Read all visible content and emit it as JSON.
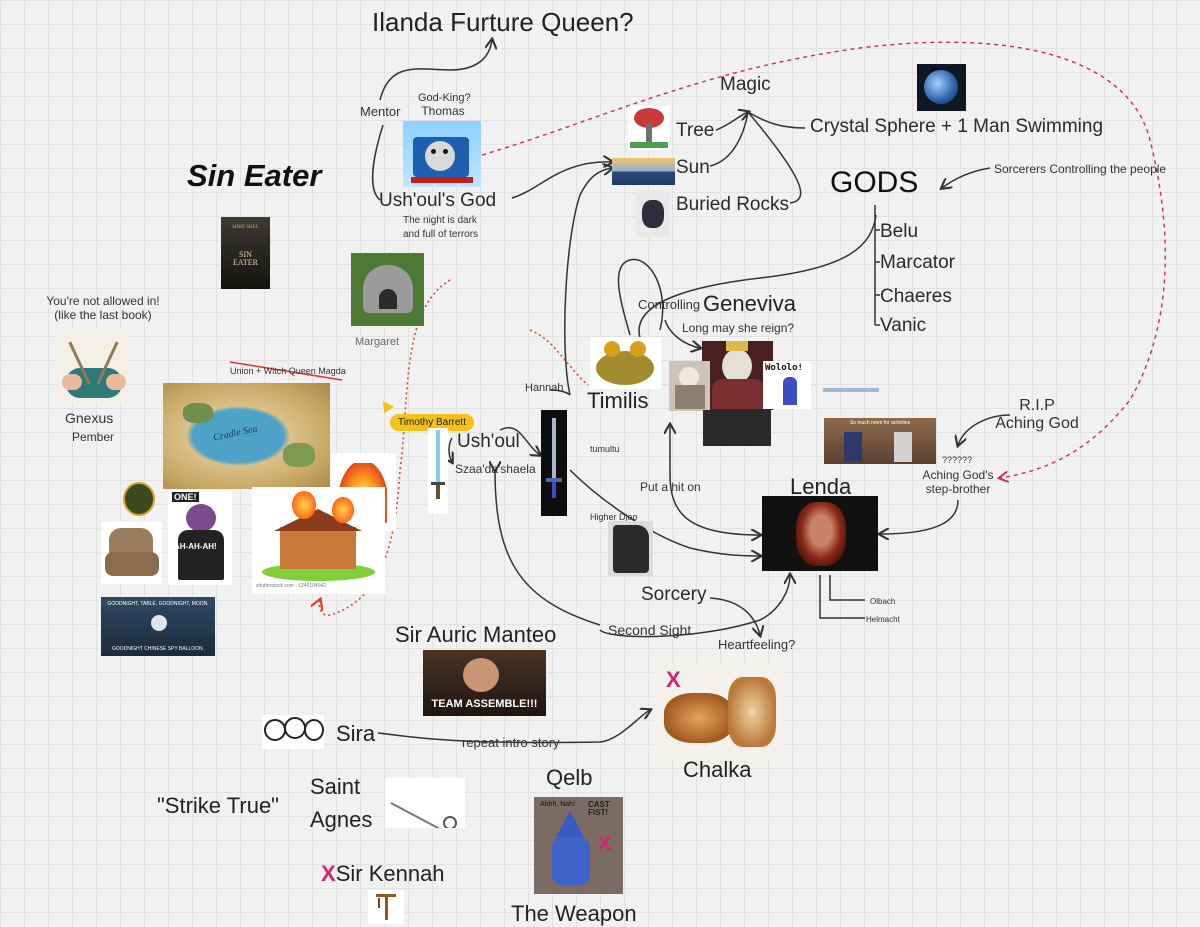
{
  "canvas": {
    "labels": {
      "ilanda": "Ilanda Furture Queen?",
      "mentor": "Mentor",
      "god_king_1": "God-King?",
      "god_king_2": "Thomas",
      "sin_eater": "Sin Eater",
      "ushouls_god": "Ush'oul's God",
      "night_1": "The night is dark",
      "night_2": "and full of terrors",
      "magic": "Magic",
      "tree": "Tree",
      "sun": "Sun",
      "buried_rocks": "Buried Rocks",
      "crystal": "Crystal Sphere + 1 Man Swimming",
      "gods": "GODS",
      "sorcerers": "Sorcerers Controlling the people",
      "belu": "Belu",
      "marcator": "Marcator",
      "chaeres": "Chaeres",
      "vanic": "Vanic",
      "controlling": "Controlling",
      "geneviva": "Geneviva",
      "long_reign": "Long may she reign?",
      "margaret": "Margaret",
      "not_allowed_1": "You're not allowed in!",
      "not_allowed_2": "(like the last book)",
      "gnexus": "Gnexus",
      "pember": "Pember",
      "union": "Union + Witch Queen Magda",
      "hannah": "Hannah",
      "timilis": "Timilis",
      "ushoul": "Ush'oul",
      "szaa": "Szaa'da'shaela",
      "tumultu": "tumultu",
      "put_hit": "Put a hit on",
      "rip": "R.I.P",
      "aching_god": "Aching God",
      "question": "??????",
      "aching_bro_1": "Aching God's",
      "aching_bro_2": "step-brother",
      "lenda": "Lenda",
      "higher_djao": "Higher Djao",
      "sorcery": "Sorcery",
      "second_sight": "Second Sight",
      "heartfeeling": "Heartfeeling?",
      "olbach": "Olbach",
      "helmacht": "Helmacht",
      "sir_auric": "Sir Auric Manteo",
      "sira": "Sira",
      "repeat_intro": "repeat intro story",
      "chalka": "Chalka",
      "qelb": "Qelb",
      "strike_true": "\"Strike True\"",
      "saint": "Saint",
      "agnes": "Agnes",
      "x": "X",
      "sir_kennah": "Sir Kennah",
      "the_weapon": "The Weapon",
      "timothy": "Timothy Barrett"
    },
    "image_text": {
      "book_author": "MIKE SHEL",
      "book_title_1": "SIN",
      "book_title_2": "EATER",
      "wololo": "Wololo!",
      "one": "ONE!",
      "ahahah": "AH-AH-AH!",
      "goodnight_1": "GOODNIGHT, TABLE. GOODNIGHT, MOON.",
      "goodnight_2": "GOODNIGHT CHINESE SPY BALLOON.",
      "team": "TEAM ASSEMBLE!!!",
      "map_sea": "Cradle Sea",
      "so_much_room": "So much room for activities",
      "shutter": "shutterstock.com · 1246104042",
      "cast_fist": "CAST FIST!",
      "nah": "Ahhh, Nah!"
    },
    "colors": {
      "dashed_pink": "#d6246e",
      "dotted_red": "#e0452a",
      "tag_yellow": "#f6c21a",
      "x_mark": "#d6246e"
    }
  }
}
